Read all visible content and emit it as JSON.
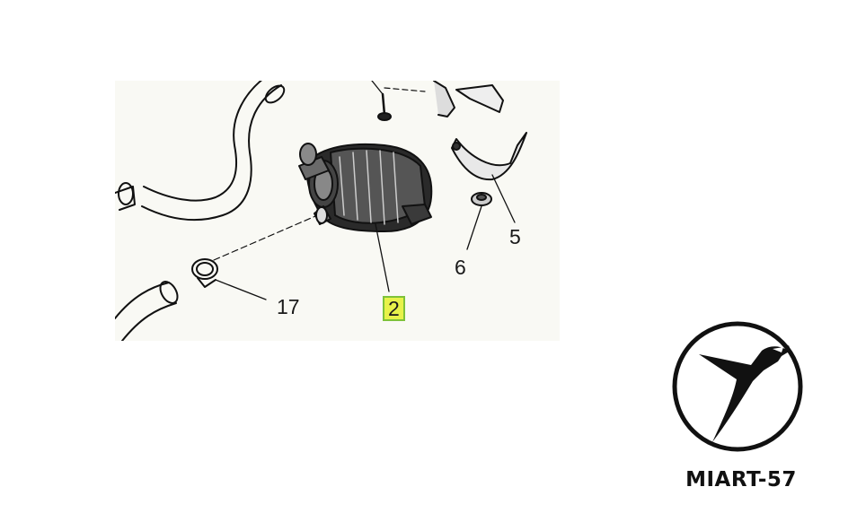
{
  "diagram": {
    "callouts": [
      {
        "id": "pump",
        "label": "2",
        "highlighted": true
      },
      {
        "id": "bracket",
        "label": "5",
        "highlighted": false
      },
      {
        "id": "grommet",
        "label": "6",
        "highlighted": false
      },
      {
        "id": "clamp",
        "label": "17",
        "highlighted": false
      }
    ],
    "highlight_color": "#e8f24a",
    "highlight_border_color": "#7ec23a"
  },
  "brand": {
    "name": "MIART-57",
    "logo_icon": "bird-in-circle-icon"
  }
}
